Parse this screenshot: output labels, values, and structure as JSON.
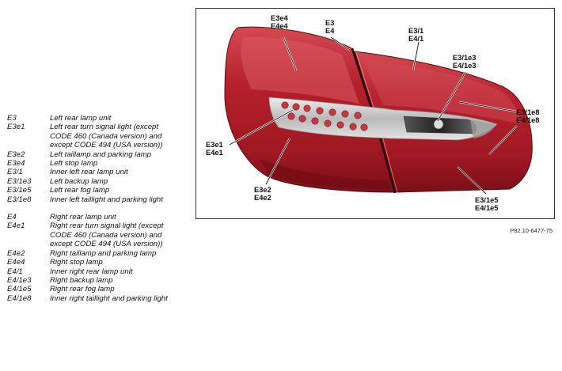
{
  "legend": [
    {
      "code": "E3",
      "desc": "Left rear lamp unit"
    },
    {
      "code": "E3e1",
      "desc": "Left rear turn signal light (except CODE 460 (Canada version) and except CODE 494 (USA version))"
    },
    {
      "code": "E3e2",
      "desc": "Left taillamp and parking lamp"
    },
    {
      "code": "E3e4",
      "desc": "Left stop lamp"
    },
    {
      "code": "E3/1",
      "desc": "Inner left rear lamp unit"
    },
    {
      "code": "E3/1e3",
      "desc": "Left backup lamp"
    },
    {
      "code": "E3/1e5",
      "desc": "Left rear fog lamp"
    },
    {
      "code": "E3/1e8",
      "desc": "Inner left taillight and parking light"
    },
    {
      "code": "E4",
      "desc": "Right rear lamp unit"
    },
    {
      "code": "E4e1",
      "desc": "Right rear turn signal light (except CODE 460 (Canada version) and except CODE 494 (USA version))"
    },
    {
      "code": "E4e2",
      "desc": "Right taillamp and parking lamp"
    },
    {
      "code": "E4e4",
      "desc": "Right stop lamp"
    },
    {
      "code": "E4/1",
      "desc": "Inner right rear lamp unit"
    },
    {
      "code": "E4/1e3",
      "desc": "Right backup lamp"
    },
    {
      "code": "E4/1e5",
      "desc": "Right rear fog lamp"
    },
    {
      "code": "E4/1e8",
      "desc": "Inner right taillight and parking light"
    }
  ],
  "callouts": {
    "e4": [
      "E3e4",
      "E4e4"
    ],
    "unit": [
      "E3",
      "E4"
    ],
    "inner": [
      "E3/1",
      "E4/1"
    ],
    "backup": [
      "E3/1e3",
      "E4/1e3"
    ],
    "inner_tail": [
      "E3/1e8",
      "E4/1e8"
    ],
    "turn": [
      "E3e1",
      "E4e1"
    ],
    "tail": [
      "E3e2",
      "E4e2"
    ],
    "fog": [
      "E3/1e5",
      "E4/1e5"
    ]
  },
  "figure_ref": "P82.10-6477-75",
  "colors": {
    "lamp_red": "#b5202c",
    "lamp_dark": "#7a0f18",
    "lamp_light": "#e07a80",
    "chrome": "#c9c9c9"
  }
}
